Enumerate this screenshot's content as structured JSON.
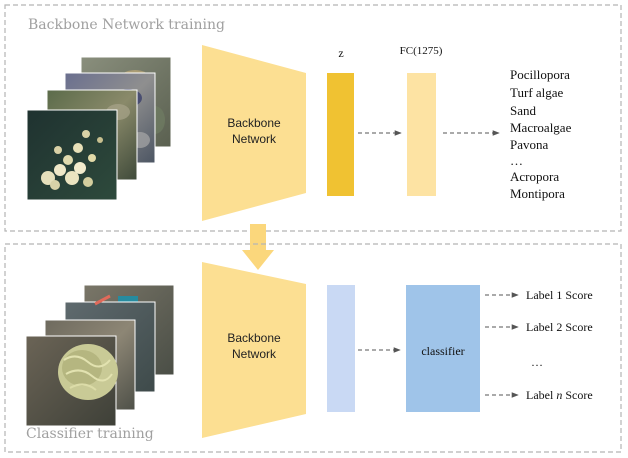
{
  "top_section": {
    "title": "Backbone Network training",
    "backbone_label_line1": "Backbone",
    "backbone_label_line2": "Network",
    "feature_label": "z",
    "fc_label": "FC(1275)",
    "classes": [
      "Pocillopora",
      "Turf algae",
      "Sand",
      "Macroalgae",
      "Pavona",
      "…",
      "Acropora",
      "Montipora"
    ]
  },
  "bottom_section": {
    "title": "Classifier training",
    "backbone_label_line1": "Backbone",
    "backbone_label_line2": "Network",
    "classifier_label": "classifier",
    "outputs": {
      "label1": "Label 1 Score",
      "label2": "Label 2 Score",
      "ellipsis": "…",
      "labeln_prefix": "Label ",
      "labeln_var": "n",
      "labeln_suffix": " Score"
    }
  },
  "colors": {
    "trapezoid": "#fcdf92",
    "z_block": "#f0c232",
    "fc_block": "#fde3a3",
    "bottom_feature": "#c9d9f4",
    "classifier": "#9fc4e9",
    "dashed_border": "#b5b5b5",
    "arrow": "#555555",
    "transfer_arrow": "#fbd77c"
  }
}
